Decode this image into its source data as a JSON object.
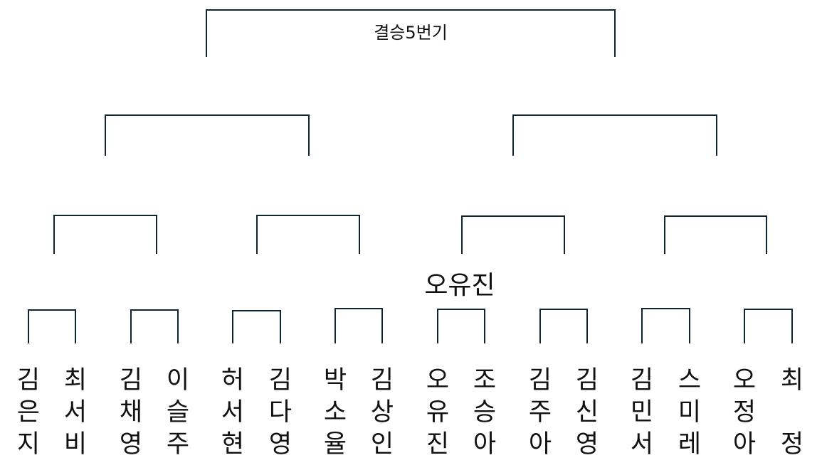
{
  "title": "결승5번기",
  "advanced_winner": "오유진",
  "players": [
    {
      "name": "김은지",
      "chars": [
        "김",
        "은",
        "지"
      ]
    },
    {
      "name": "최서비",
      "chars": [
        "최",
        "서",
        "비"
      ]
    },
    {
      "name": "김채영",
      "chars": [
        "김",
        "채",
        "영"
      ]
    },
    {
      "name": "이슬주",
      "chars": [
        "이",
        "슬",
        "주"
      ]
    },
    {
      "name": "허서현",
      "chars": [
        "허",
        "서",
        "현"
      ]
    },
    {
      "name": "김다영",
      "chars": [
        "김",
        "다",
        "영"
      ]
    },
    {
      "name": "박소율",
      "chars": [
        "박",
        "소",
        "율"
      ]
    },
    {
      "name": "김상인",
      "chars": [
        "김",
        "상",
        "인"
      ]
    },
    {
      "name": "오유진",
      "chars": [
        "오",
        "유",
        "진"
      ]
    },
    {
      "name": "조승아",
      "chars": [
        "조",
        "승",
        "아"
      ]
    },
    {
      "name": "김주아",
      "chars": [
        "김",
        "주",
        "아"
      ]
    },
    {
      "name": "김신영",
      "chars": [
        "김",
        "신",
        "영"
      ]
    },
    {
      "name": "김민서",
      "chars": [
        "김",
        "민",
        "서"
      ]
    },
    {
      "name": "스미레",
      "chars": [
        "스",
        "미",
        "레"
      ]
    },
    {
      "name": "오정아",
      "chars": [
        "오",
        "정",
        "아"
      ]
    },
    {
      "name": "최정",
      "chars": [
        "최",
        "",
        "정"
      ]
    }
  ]
}
